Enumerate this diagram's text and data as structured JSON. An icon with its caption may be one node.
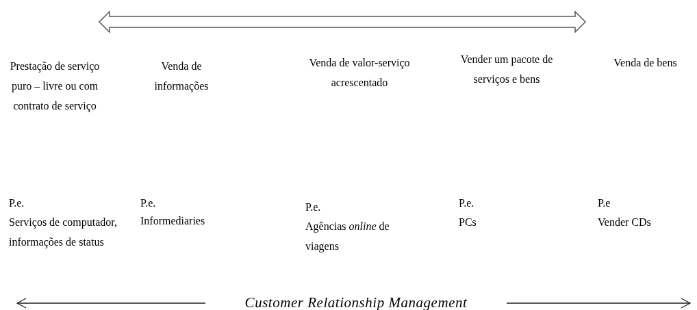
{
  "diagram": {
    "labels": [
      "Prestação de serviço puro – livre ou com contrato de serviço",
      "Venda de informações",
      "Venda de valor-serviço acrescentado",
      "Vender um pacote de serviços e bens",
      "Venda de bens",
      "P.e.",
      "Serviços de computador, informações de status",
      "P.e.",
      "Informediaries",
      "P.e.",
      "Agências *online* de viagens",
      "P.e.",
      "PCs",
      "P.e",
      "Vender CDs",
      "Customer Relationship Management"
    ]
  }
}
